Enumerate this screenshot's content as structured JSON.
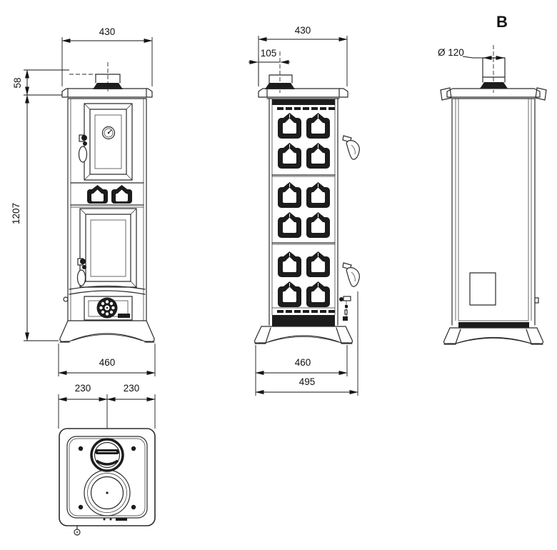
{
  "rear_view": {
    "variant_label": "B",
    "dims": {
      "flue_diameter": "Ø 120"
    }
  },
  "front_view": {
    "dims": {
      "top_width": "430",
      "collar_height": "58",
      "total_height": "1207",
      "base_width": "460"
    }
  },
  "side_view": {
    "dims": {
      "top_width": "430",
      "flue_offset": "105",
      "base_width": "460",
      "total_depth": "495"
    }
  },
  "top_view": {
    "dims": {
      "half_left": "230",
      "half_right": "230"
    }
  }
}
